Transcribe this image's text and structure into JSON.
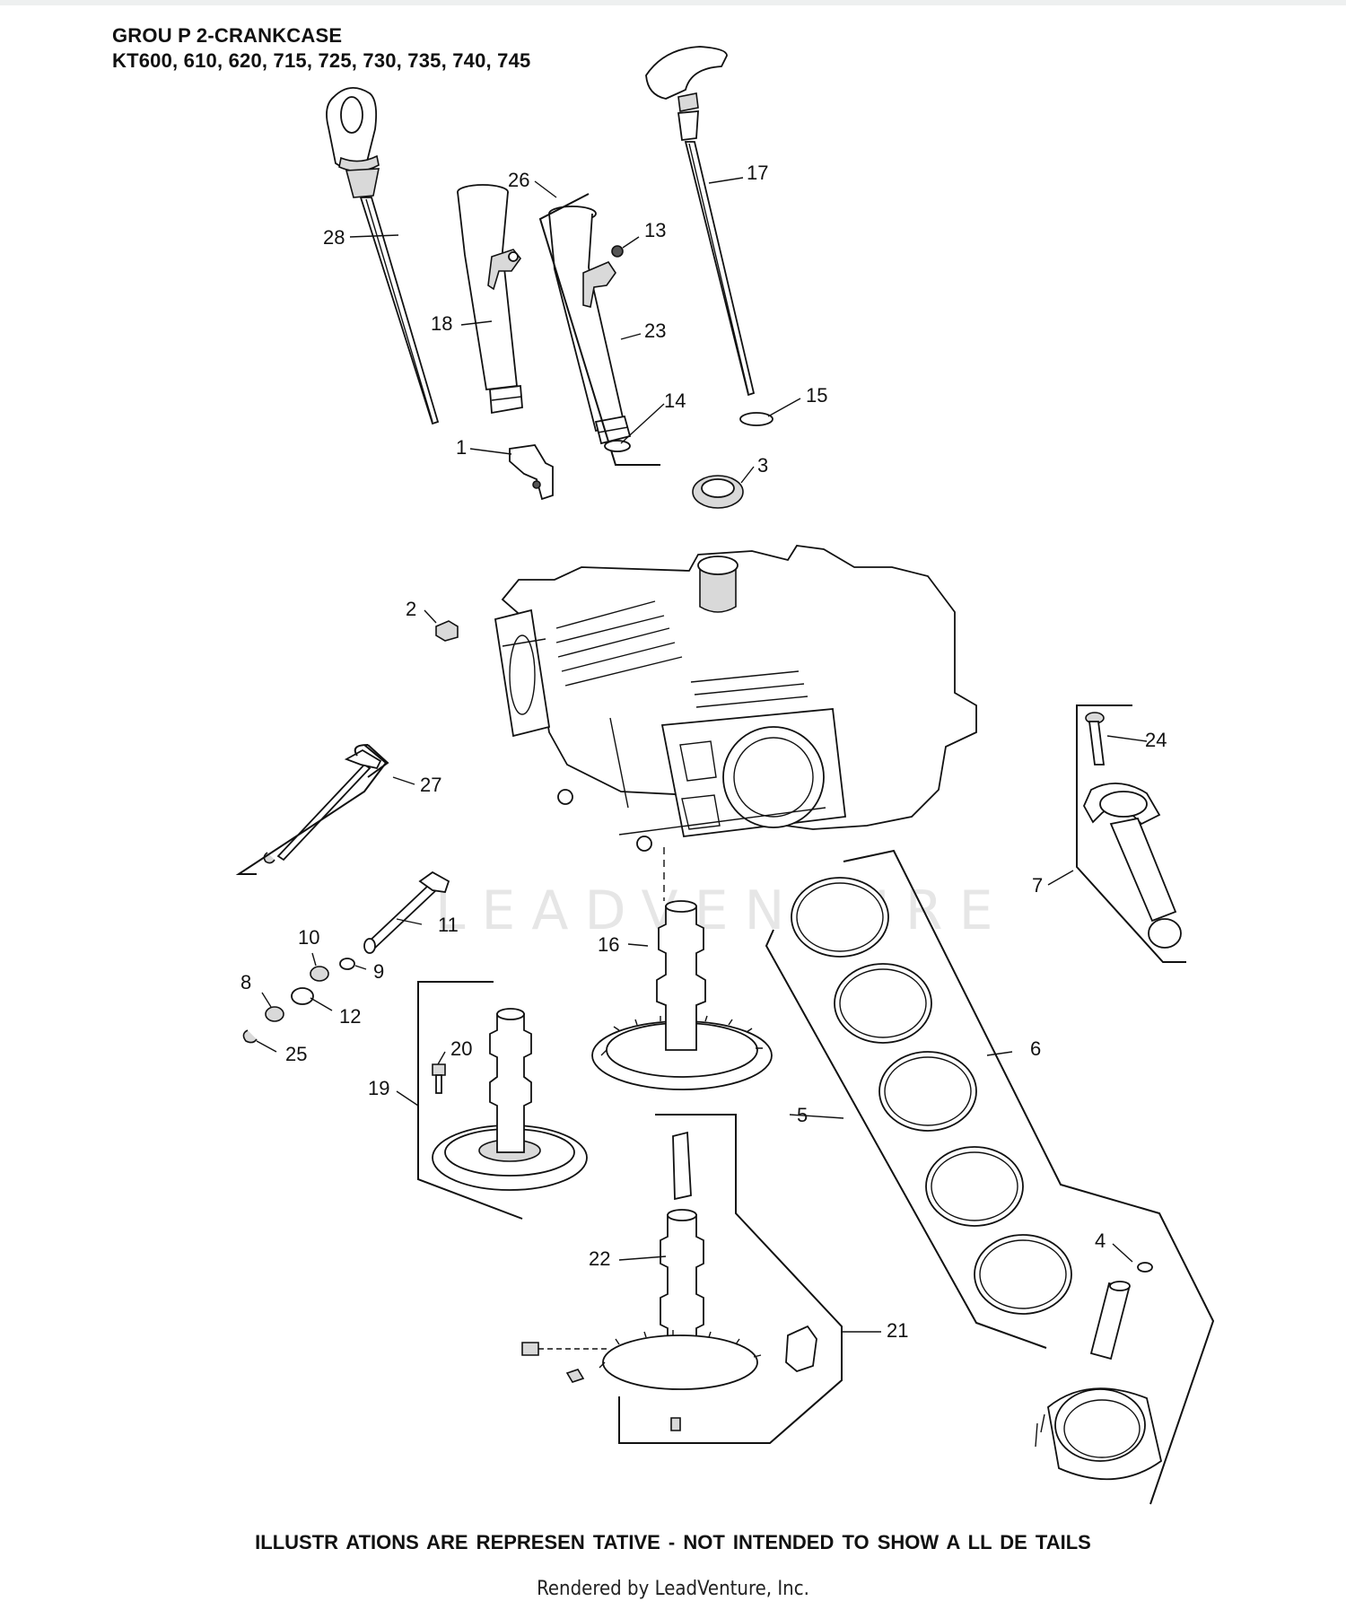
{
  "title": {
    "line1": "GROU P 2-CRANKCASE",
    "line2": "KT600, 610, 620, 715, 725, 730, 735, 740, 745"
  },
  "watermark": "LEADVENTURE",
  "callouts": [
    "1",
    "2",
    "3",
    "4",
    "5",
    "6",
    "7",
    "8",
    "9",
    "10",
    "11",
    "12",
    "13",
    "14",
    "15",
    "16",
    "17",
    "18",
    "19",
    "20",
    "21",
    "22",
    "23",
    "24",
    "25",
    "26",
    "27",
    "28"
  ],
  "footer": {
    "note": "ILLUSTR ATIONS ARE REPRESEN    TATIVE - NOT INTENDED    TO SHOW  A LL DE TAILS",
    "credit": "Rendered by LeadVenture, Inc."
  }
}
